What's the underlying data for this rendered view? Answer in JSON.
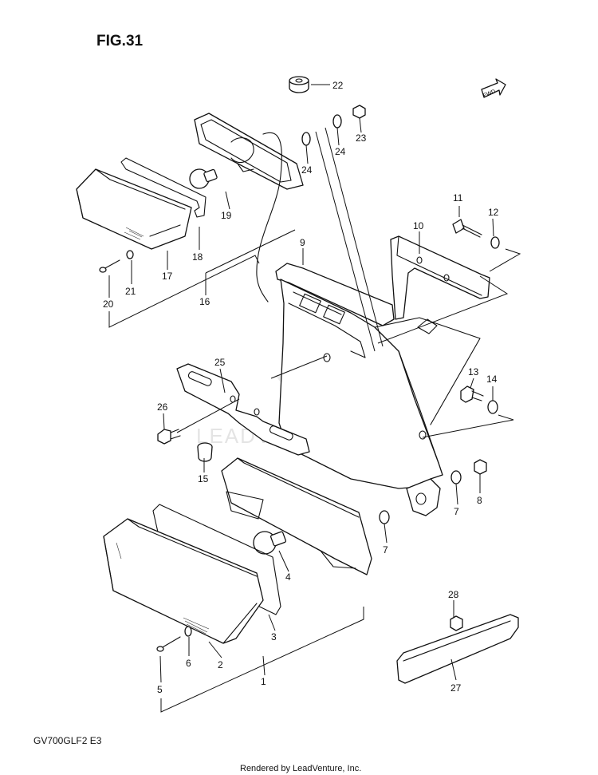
{
  "figure": {
    "title": "FIG.31",
    "model_code": "GV700GLF2 E3",
    "rendered_by": "Rendered by LeadVenture, Inc.",
    "watermark": "LEADVENTURE",
    "fwd_label": "FWD"
  },
  "callouts": [
    {
      "id": "c1",
      "label": "1"
    },
    {
      "id": "c2",
      "label": "2"
    },
    {
      "id": "c3",
      "label": "3"
    },
    {
      "id": "c4",
      "label": "4"
    },
    {
      "id": "c5",
      "label": "5"
    },
    {
      "id": "c6",
      "label": "6"
    },
    {
      "id": "c7a",
      "label": "7"
    },
    {
      "id": "c7b",
      "label": "7"
    },
    {
      "id": "c8",
      "label": "8"
    },
    {
      "id": "c9",
      "label": "9"
    },
    {
      "id": "c10",
      "label": "10"
    },
    {
      "id": "c11",
      "label": "11"
    },
    {
      "id": "c12",
      "label": "12"
    },
    {
      "id": "c13",
      "label": "13"
    },
    {
      "id": "c14",
      "label": "14"
    },
    {
      "id": "c15",
      "label": "15"
    },
    {
      "id": "c16",
      "label": "16"
    },
    {
      "id": "c17",
      "label": "17"
    },
    {
      "id": "c18",
      "label": "18"
    },
    {
      "id": "c19",
      "label": "19"
    },
    {
      "id": "c20",
      "label": "20"
    },
    {
      "id": "c21",
      "label": "21"
    },
    {
      "id": "c22",
      "label": "22"
    },
    {
      "id": "c23",
      "label": "23"
    },
    {
      "id": "c24a",
      "label": "24"
    },
    {
      "id": "c24b",
      "label": "24"
    },
    {
      "id": "c25",
      "label": "25"
    },
    {
      "id": "c26",
      "label": "26"
    },
    {
      "id": "c27",
      "label": "27"
    },
    {
      "id": "c28",
      "label": "28"
    }
  ]
}
